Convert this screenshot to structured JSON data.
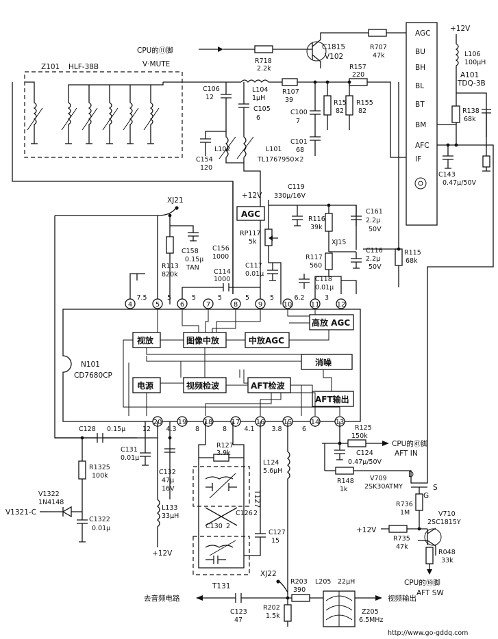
{
  "ic": {
    "ref": "N101",
    "part": "CD7680CP",
    "blocks": {
      "video_amp": "视放",
      "if_amp": "图像中放",
      "if_agc": "中放AGC",
      "rf_agc": "高放 AGC",
      "noise_cancel": "消噪",
      "power": "电源",
      "video_det": "视频检波",
      "afc_det": "AFT检波",
      "afc_out": "AFT输出"
    },
    "top_pins": [
      {
        "num": "4",
        "v": "7.5"
      },
      {
        "num": "5",
        "v": "5"
      },
      {
        "num": "6",
        "v": "5"
      },
      {
        "num": "7",
        "v": "5"
      },
      {
        "num": "8",
        "v": "5"
      },
      {
        "num": "9",
        "v": "5"
      },
      {
        "num": "10",
        "v": "6.2"
      },
      {
        "num": "11",
        "v": "3"
      },
      {
        "num": "12",
        "v": ""
      }
    ],
    "bottom_pins": [
      {
        "num": "20",
        "v": "12"
      },
      {
        "num": "19",
        "v": "4.3"
      },
      {
        "num": "18",
        "v": "8"
      },
      {
        "num": "17",
        "v": "8"
      },
      {
        "num": "16",
        "v": "4.1"
      },
      {
        "num": "15",
        "v": "3.8"
      },
      {
        "num": "14",
        "v": "6"
      },
      {
        "num": "13",
        "v": ""
      }
    ]
  },
  "filter": {
    "ref": "Z101",
    "part": "HLF-38B"
  },
  "tuner": {
    "pins": [
      "AGC",
      "BU",
      "BH",
      "BL",
      "BT",
      "BM",
      "AFC",
      "IF"
    ],
    "ref": "A101",
    "part": "TDQ-3B",
    "supply": "+12V"
  },
  "top": {
    "cpu11": "CPU的⑪脚",
    "vmute": "V·MUTE",
    "r718": {
      "ref": "R718",
      "val": "2.2k"
    },
    "q_c1815": "C1815",
    "v102": "V102",
    "r707": {
      "ref": "R707",
      "val": "47k"
    },
    "r157": {
      "ref": "R157",
      "val": "220"
    },
    "c106": {
      "ref": "C106",
      "val": "12"
    },
    "l104": {
      "ref": "L104",
      "val": "1μH"
    },
    "r107": {
      "ref": "R107",
      "val": "39"
    },
    "r156": {
      "ref": "R156",
      "val": "82"
    },
    "r155": {
      "ref": "R155",
      "val": "82"
    },
    "c105": {
      "ref": "C105",
      "val": "6"
    },
    "c100": {
      "ref": "C100",
      "val": "7"
    },
    "c101": {
      "ref": "C101",
      "val": "68"
    },
    "l102": "L102",
    "l101": "L101",
    "l_part": "TL1767950×2",
    "c154": {
      "ref": "C154",
      "val": "120"
    },
    "l106": {
      "ref": "L106",
      "val": "100μH"
    },
    "r138": {
      "ref": "R138",
      "val": "68k"
    },
    "c143": {
      "ref": "C143",
      "val": "0.47μ/50V"
    }
  },
  "mid": {
    "xj21": "XJ21",
    "r113": {
      "ref": "R113",
      "val": "820k"
    },
    "c158": {
      "ref": "C158",
      "val": "0.15μ",
      "extra": "TAN"
    },
    "c156": {
      "ref": "C156",
      "val": "1000"
    },
    "c114": {
      "ref": "C114",
      "val": "1000"
    },
    "v12": "+12V",
    "agc_tag": "AGC",
    "c119": {
      "ref": "C119",
      "val": "330μ/16V"
    },
    "rp117": {
      "ref": "RP117",
      "val": "5k"
    },
    "c117": {
      "ref": "C117",
      "val": "0.01μ"
    },
    "r116": {
      "ref": "R116",
      "val": "39k"
    },
    "c161": {
      "ref": "C161",
      "val": "2.2μ",
      "extra": "50V"
    },
    "xj15": "XJ15",
    "c116": {
      "ref": "C116",
      "val": "2.2μ",
      "extra": "50V"
    },
    "r117": {
      "ref": "R117",
      "val": "560"
    },
    "c118": {
      "ref": "C118",
      "val": "0.01μ"
    },
    "r115": {
      "ref": "R115",
      "val": "68k"
    }
  },
  "bottom": {
    "c128": {
      "ref": "C128",
      "val": "0.15μ"
    },
    "r1325": {
      "ref": "R1325",
      "val": "100k"
    },
    "v1322": {
      "ref": "V1322",
      "val": "1N4148"
    },
    "v1321": "V1321-C",
    "c1322": {
      "ref": "C1322",
      "val": "0.01μ"
    },
    "c131": {
      "ref": "C131",
      "val": "0.01μ"
    },
    "c132": {
      "ref": "C132",
      "val": "47μ",
      "extra": "16V"
    },
    "l133": {
      "ref": "L133",
      "val": "33μH"
    },
    "v12b": "+12V",
    "r127": {
      "ref": "R127",
      "val": "3.9k"
    },
    "t127": "T127",
    "c126": {
      "ref": "C126",
      "val": "2"
    },
    "c130": {
      "ref": "C130",
      "val": "2"
    },
    "c127": {
      "ref": "C127",
      "val": "15"
    },
    "t131": "T131",
    "l124": {
      "ref": "L124",
      "val": "5.6μH"
    },
    "r125": {
      "ref": "R125",
      "val": "150k"
    },
    "cpu41": "CPU的㊶脚",
    "aft_in": "AFT IN",
    "c124": {
      "ref": "C124",
      "val": "0.47μ/50V"
    },
    "r148": {
      "ref": "R148",
      "val": "1k"
    },
    "v709": {
      "ref": "V709",
      "val": "2SK30ATMY"
    },
    "d": "D",
    "s": "S",
    "g": "G",
    "r736": {
      "ref": "R736",
      "val": "1M"
    },
    "v710": {
      "ref": "V710",
      "val": "2SC1815Y"
    },
    "v12c": "+12V",
    "r735": {
      "ref": "R735",
      "val": "47k"
    },
    "r048": {
      "ref": "R048",
      "val": "33k"
    },
    "cpu18": "CPU的⑱脚",
    "aft_sw": "AFT SW",
    "xj22": "XJ22",
    "r203": {
      "ref": "R203",
      "val": "390"
    },
    "l205": {
      "ref": "L205",
      "val": "22μH"
    },
    "to_audio": "去音频电路",
    "video_out": "视频输出",
    "c123": {
      "ref": "C123",
      "val": "47"
    },
    "r202": {
      "ref": "R202",
      "val": "1.5k"
    },
    "z205": {
      "ref": "Z205",
      "val": "6.5MHz"
    },
    "url": "http://www.go-gddq.com"
  }
}
